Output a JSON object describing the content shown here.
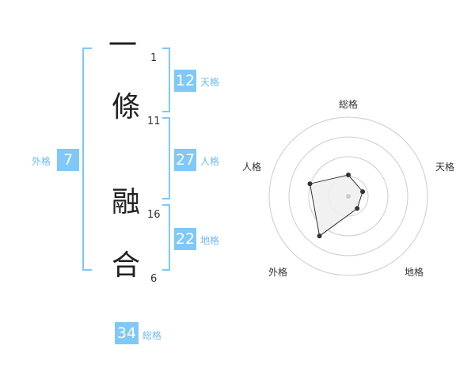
{
  "name": {
    "chars": [
      {
        "char": "一",
        "strokes": "1"
      },
      {
        "char": "條",
        "strokes": "11"
      },
      {
        "char": "融",
        "strokes": "16"
      },
      {
        "char": "合",
        "strokes": "6"
      }
    ]
  },
  "kaku": {
    "tenkaku": {
      "value": "12",
      "label": "天格"
    },
    "jinkaku": {
      "value": "27",
      "label": "人格"
    },
    "chikaku": {
      "value": "22",
      "label": "地格"
    },
    "gaikaku": {
      "value": "7",
      "label": "外格"
    },
    "soukaku": {
      "value": "34",
      "label": "総格"
    }
  },
  "radar": {
    "labels": {
      "top": "総格",
      "right": "天格",
      "bottom_right": "地格",
      "bottom_left": "外格",
      "left": "人格"
    },
    "values": [
      0.27,
      0.19,
      0.19,
      0.62,
      0.51
    ],
    "colors": {
      "line": "#333333",
      "fill": "#eeeeee",
      "grid": "#cccccc",
      "center": "#cccccc"
    }
  },
  "colors": {
    "accent": "#7fc8f8",
    "label": "#6cbcf2"
  }
}
